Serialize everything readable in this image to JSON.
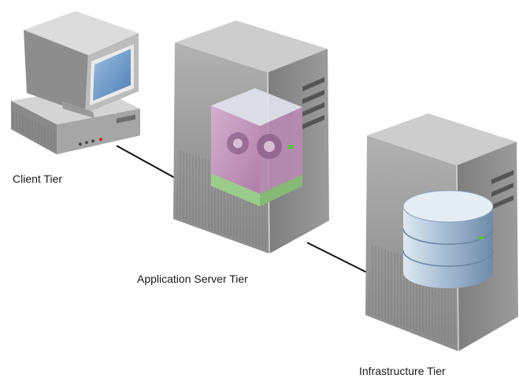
{
  "diagram": {
    "nodes": [
      {
        "id": "client",
        "label": "Client Tier",
        "icon": "desktop-computer-icon"
      },
      {
        "id": "app",
        "label": "Application Server Tier",
        "icon": "server-tower-icon",
        "contains_icon": "gears-cube-icon"
      },
      {
        "id": "infra",
        "label": "Infrastructure Tier",
        "icon": "server-tower-icon",
        "contains_icon": "database-cylinder-icon"
      }
    ],
    "edges": [
      {
        "from": "client",
        "to": "app"
      },
      {
        "from": "app",
        "to": "infra"
      }
    ]
  },
  "colors": {
    "server_body": "#9a9a9a",
    "server_top": "#c8c8c8",
    "monitor_screen": "#6f98c8",
    "cube_pink": "#c89ac2",
    "cube_green": "#9ccc8c",
    "database": "#a9bfd6",
    "connector": "#111111"
  }
}
